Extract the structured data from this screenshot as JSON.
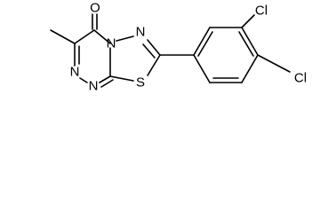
{
  "structure": {
    "atom_labels": {
      "carbonyl_oxygen": "O",
      "triazine_n_top": "N",
      "triazine_n_left": "N",
      "triazine_n_bottom": "N",
      "thiadiazole_n": "N",
      "sulfur": "S",
      "chlorine_meta": "Cl",
      "chlorine_para": "Cl"
    }
  }
}
